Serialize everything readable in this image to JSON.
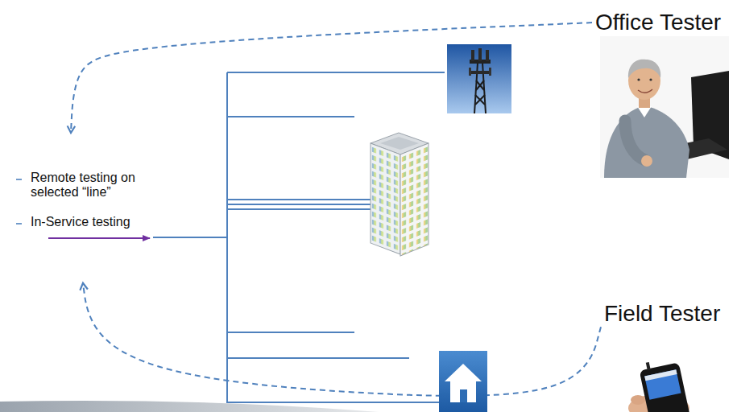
{
  "diagram": {
    "nodes": [
      {
        "text": [
          "Office Tester"
        ]
      },
      {
        "text": [
          "Remote testing on selected “line”",
          "In-Service testing"
        ]
      },
      {
        "text": [
          "Field Tester"
        ]
      }
    ],
    "edges": [
      {
        "from": 0,
        "to": 1,
        "arrow": "to"
      },
      {
        "from": 2,
        "to": 1,
        "arrow": "to"
      }
    ]
  }
}
